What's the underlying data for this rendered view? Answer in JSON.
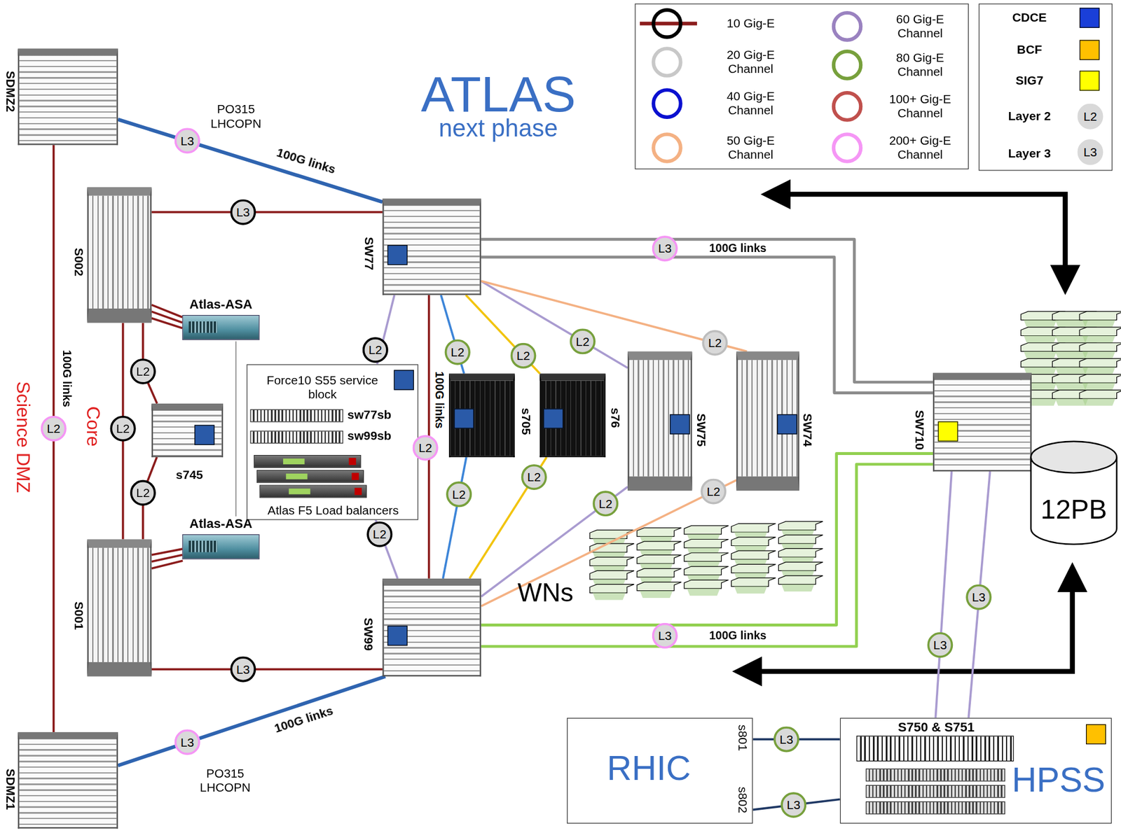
{
  "diagram": {
    "title": "ATLAS",
    "nodes": [
      {
        "text": [
          "SDMZ2"
        ]
      },
      {
        "text": [
          "S002"
        ]
      },
      {
        "text": [
          "SW77"
        ]
      },
      {
        "text": [
          "Atlas-ASA"
        ]
      },
      {
        "text": [
          "Force10 S55 service block"
        ]
      },
      {
        "text": [
          "sw77sb"
        ],
        "in": 4
      },
      {
        "text": [
          "sw99sb"
        ],
        "in": 4
      },
      {
        "text": [
          "Atlas F5 Load balancers"
        ],
        "in": 4
      },
      {
        "text": [
          "s745"
        ]
      },
      {
        "text": [
          "s705"
        ]
      },
      {
        "text": [
          "s76"
        ]
      },
      {
        "text": [
          "SW75"
        ]
      },
      {
        "text": [
          "SW74"
        ]
      },
      {
        "text": [
          "SW710"
        ]
      },
      {
        "text": [
          "12PB"
        ]
      },
      {
        "text": [
          "Atlas-ASA"
        ]
      },
      {
        "text": [
          "S001"
        ]
      },
      {
        "text": [
          "SW99"
        ]
      },
      {
        "text": [
          "SDMZ1"
        ]
      },
      {
        "text": [
          "RHIC"
        ]
      },
      {
        "text": [
          "S750 & S751",
          "HPSS"
        ]
      }
    ],
    "edges": [
      {
        "from": 0,
        "to": 2,
        "arrow": "none",
        "label": "L3"
      },
      {
        "from": 1,
        "to": 2,
        "arrow": "none",
        "label": "L3"
      },
      {
        "from": 0,
        "to": 18,
        "arrow": "none",
        "label": "L2"
      },
      {
        "from": 1,
        "to": 16,
        "arrow": "none",
        "label": "L2"
      },
      {
        "from": 1,
        "to": 8,
        "arrow": "none",
        "label": "L2"
      },
      {
        "from": 8,
        "to": 16,
        "arrow": "none",
        "label": "L2"
      },
      {
        "from": 1,
        "to": 3,
        "arrow": "none"
      },
      {
        "from": 3,
        "to": 15,
        "arrow": "none"
      },
      {
        "from": 16,
        "to": 15,
        "arrow": "none"
      },
      {
        "from": 16,
        "to": 17,
        "arrow": "none",
        "label": "L3"
      },
      {
        "from": 18,
        "to": 17,
        "arrow": "none",
        "label": "L3"
      },
      {
        "from": 2,
        "to": 13,
        "arrow": "none",
        "label": "L3"
      },
      {
        "from": 17,
        "to": 13,
        "arrow": "none",
        "label": "L3"
      },
      {
        "from": 2,
        "to": 17,
        "arrow": "none",
        "label": "L2"
      },
      {
        "from": 2,
        "to": 4,
        "arrow": "none",
        "label": "L2"
      },
      {
        "from": 4,
        "to": 17,
        "arrow": "none",
        "label": "L2"
      },
      {
        "from": 2,
        "to": 9,
        "arrow": "none",
        "label": "L2"
      },
      {
        "from": 9,
        "to": 17,
        "arrow": "none",
        "label": "L2"
      },
      {
        "from": 2,
        "to": 10,
        "arrow": "none",
        "label": "L2"
      },
      {
        "from": 10,
        "to": 17,
        "arrow": "none",
        "label": "L2"
      },
      {
        "from": 2,
        "to": 11,
        "arrow": "none",
        "label": "L2"
      },
      {
        "from": 11,
        "to": 17,
        "arrow": "none",
        "label": "L2"
      },
      {
        "from": 2,
        "to": 12,
        "arrow": "none",
        "label": "L2"
      },
      {
        "from": 12,
        "to": 17,
        "arrow": "none",
        "label": "L2"
      },
      {
        "from": 13,
        "to": 20,
        "arrow": "none",
        "label": "L3"
      },
      {
        "from": 13,
        "to": 20,
        "arrow": "none",
        "label": "L3"
      },
      {
        "from": 19,
        "to": 20,
        "arrow": "none",
        "label": "L3"
      },
      {
        "from": 19,
        "to": 20,
        "arrow": "none",
        "label": "L3"
      }
    ],
    "labels": [
      "next phase",
      "PO315 LHCOPN",
      "100G links",
      "100G links",
      "Science DMZ",
      "100G links",
      "Core",
      "100G links",
      "WNs",
      "100G links",
      "100G links",
      "PO315 LHCOPN",
      "s801",
      "s802",
      "L2",
      "L3"
    ],
    "legend": [
      {
        "text": "10 Gig-E"
      },
      {
        "text": "20 Gig-E Channel"
      },
      {
        "text": "40 Gig-E Channel"
      },
      {
        "text": "50 Gig-E Channel"
      },
      {
        "text": "60 Gig-E Channel"
      },
      {
        "text": "80 Gig-E Channel"
      },
      {
        "text": "100+ Gig-E Channel"
      },
      {
        "text": "200+ Gig-E Channel"
      },
      {
        "text": "CDCE",
        "color": "#1a3fd8"
      },
      {
        "text": "BCF",
        "color": "#ffc000"
      },
      {
        "text": "SIG7",
        "color": "#ffff00"
      },
      {
        "text": "Layer 2"
      },
      {
        "text": "Layer 3"
      }
    ]
  }
}
